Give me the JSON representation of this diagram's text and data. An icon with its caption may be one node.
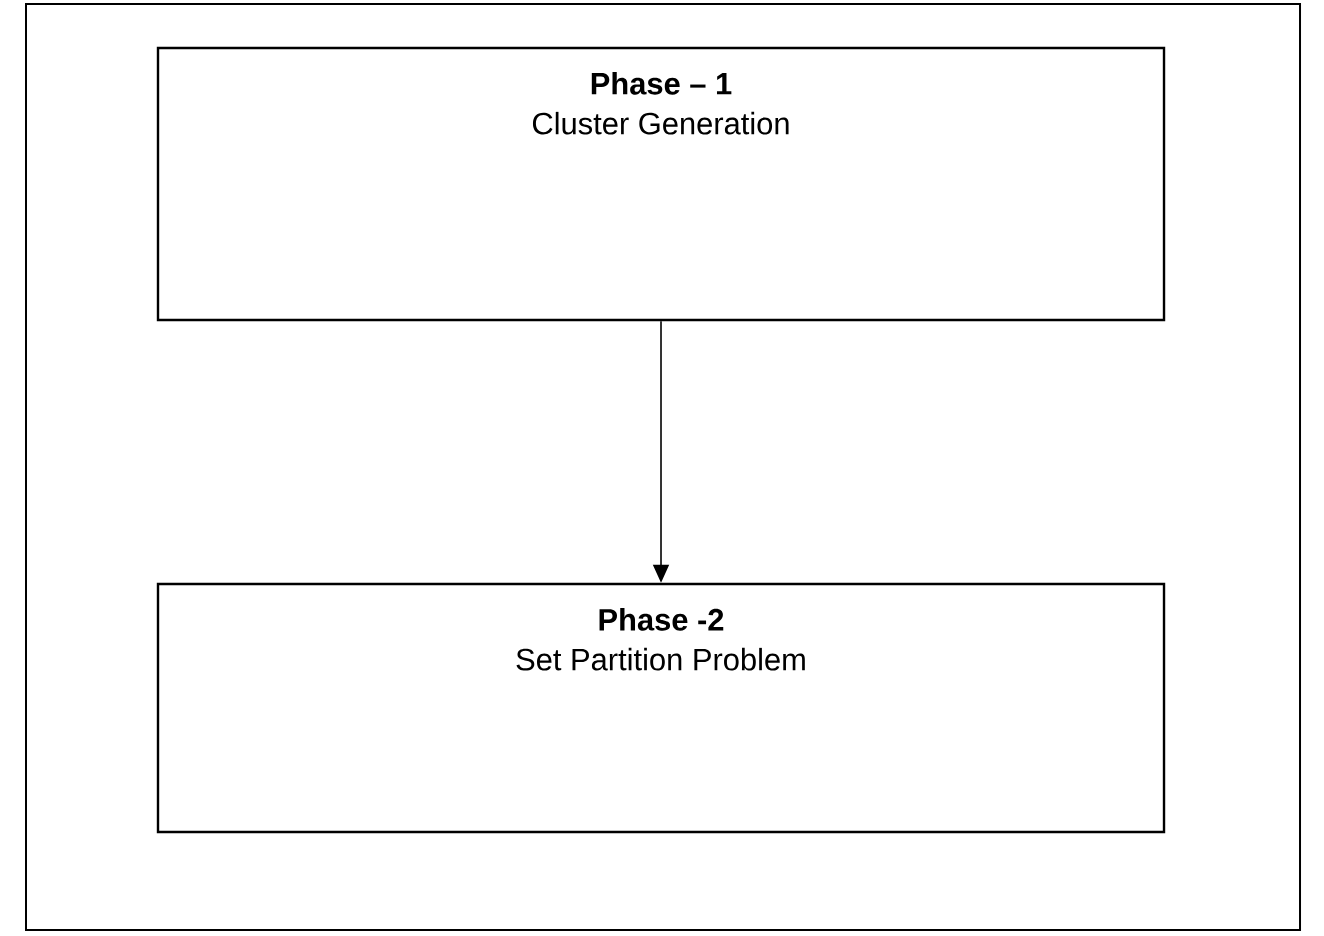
{
  "diagram": {
    "nodes": [
      {
        "text": [],
        "shape": "box"
      },
      {
        "text": [
          "Phase – 1",
          "Cluster Generation"
        ],
        "in": 0
      },
      {
        "text": [
          "Phase -2",
          "Set Partition Problem"
        ],
        "in": 0
      }
    ],
    "edges": [
      {
        "from": 1,
        "to": 2,
        "arrow": "to"
      }
    ]
  }
}
